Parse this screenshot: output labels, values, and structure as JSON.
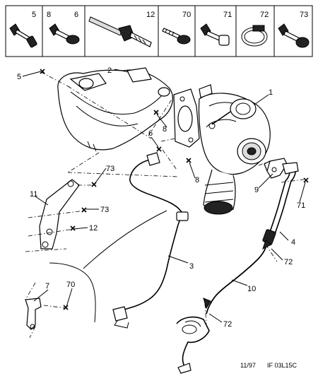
{
  "header_cells": [
    {
      "ref": "5",
      "part": "bolt"
    },
    {
      "ref": "8",
      "part": "flange-bolt"
    },
    {
      "ref": "6",
      "part": "flange-bolt"
    },
    {
      "ref": "12",
      "part": "stud"
    },
    {
      "ref": "70",
      "part": "self-tapping-screw"
    },
    {
      "ref": "71",
      "part": "bolt-with-spacer"
    },
    {
      "ref": "72",
      "part": "hose-clip"
    },
    {
      "ref": "73",
      "part": "flange-bolt"
    }
  ],
  "callouts": {
    "c1": "1",
    "c2": "2",
    "c3": "3",
    "c4": "4",
    "c5": "5",
    "c6": "6",
    "c7": "7",
    "c8a": "8",
    "c8b": "8",
    "c9": "9",
    "c10": "10",
    "c11": "11",
    "c12": "12",
    "c70": "70",
    "c71": "71",
    "c72a": "72",
    "c72b": "72",
    "c73a": "73",
    "c73b": "73"
  },
  "footer": {
    "date": "11/97",
    "code": "IF 03L15C"
  }
}
